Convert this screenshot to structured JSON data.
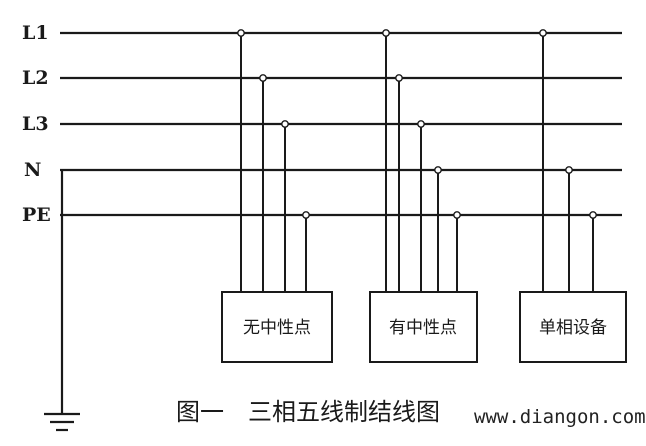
{
  "buses": [
    {
      "id": "L1",
      "label": "L1"
    },
    {
      "id": "L2",
      "label": "L2"
    },
    {
      "id": "L3",
      "label": "L3"
    },
    {
      "id": "N",
      "label": "N"
    },
    {
      "id": "PE",
      "label": "PE"
    }
  ],
  "loads": [
    {
      "id": "load-no-neutral",
      "label": "无中性点",
      "connects": [
        "L1",
        "L2",
        "L3",
        "PE"
      ]
    },
    {
      "id": "load-with-neutral",
      "label": "有中性点",
      "connects": [
        "L1",
        "L2",
        "L3",
        "N",
        "PE"
      ]
    },
    {
      "id": "load-single-phase",
      "label": "单相设备",
      "connects": [
        "L1",
        "N",
        "PE"
      ]
    }
  ],
  "caption": "图一　三相五线制结线图",
  "watermark": "www.diangon.com",
  "colors": {
    "line": "#1a1a1a",
    "background": "#ffffff"
  }
}
